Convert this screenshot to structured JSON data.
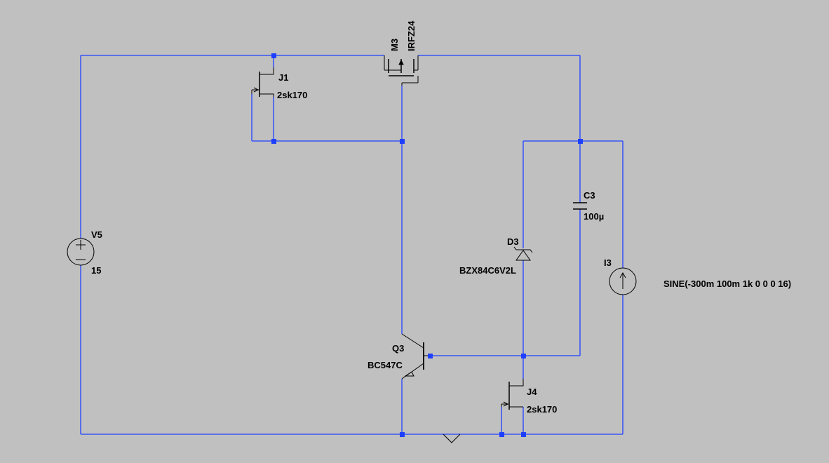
{
  "components": {
    "V5": {
      "ref": "V5",
      "value": "15"
    },
    "I3": {
      "ref": "I3",
      "value": "SINE(-300m 100m 1k 0 0 0 16)"
    },
    "M3": {
      "ref": "M3",
      "value": "IRFZ24"
    },
    "J1": {
      "ref": "J1",
      "value": "2sk170"
    },
    "J4": {
      "ref": "J4",
      "value": "2sk170"
    },
    "Q3": {
      "ref": "Q3",
      "value": "BC547C"
    },
    "D3": {
      "ref": "D3",
      "value": "BZX84C6V2L"
    },
    "C3": {
      "ref": "C3",
      "value": "100µ"
    }
  },
  "colors": {
    "background": "#c0c0c0",
    "wire": "#0000ff",
    "component": "#000000",
    "junction": "#0000ff",
    "text": "#000000"
  }
}
